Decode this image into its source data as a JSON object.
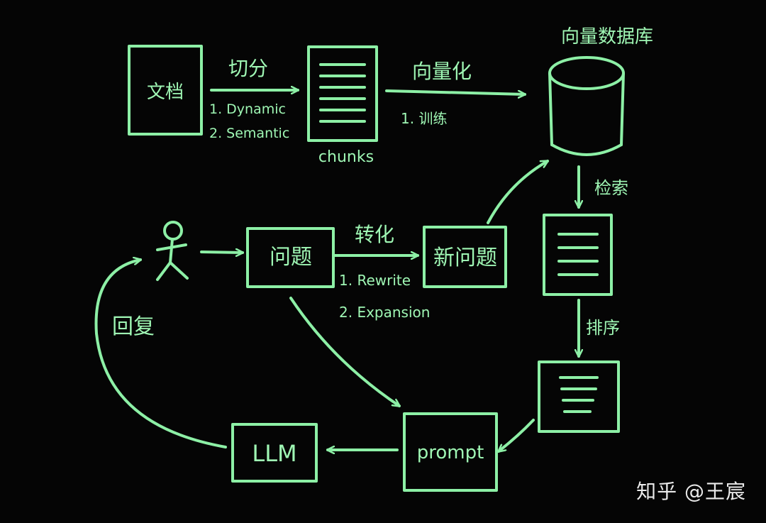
{
  "nodes": {
    "document": "文档",
    "chunks": "chunks",
    "vector_db": "向量数据库",
    "user_question": "问题",
    "new_question": "新问题",
    "prompt": "prompt",
    "llm": "LLM"
  },
  "edges": {
    "split": {
      "label": "切分",
      "methods": [
        "1. Dynamic",
        "2. Semantic"
      ]
    },
    "vectorize": {
      "label": "向量化",
      "methods": [
        "1. 训练"
      ]
    },
    "transform": {
      "label": "转化",
      "methods": [
        "1. Rewrite",
        "2. Expansion"
      ]
    },
    "retrieve": {
      "label": "检索"
    },
    "rerank": {
      "label": "排序"
    },
    "reply": {
      "label": "回复"
    }
  },
  "watermark": "知乎 @王宸",
  "colors": {
    "background": "#050505",
    "chalk": "#8df0a6"
  }
}
